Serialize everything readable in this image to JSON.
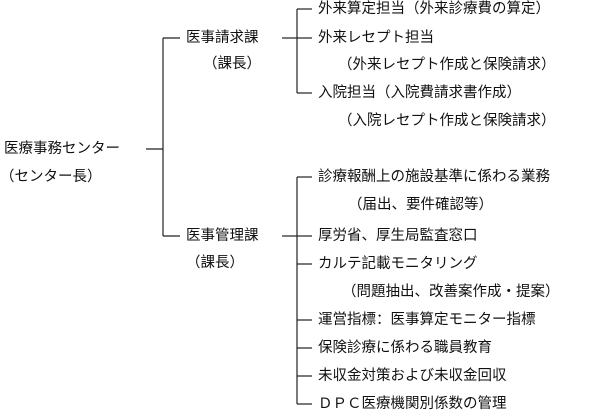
{
  "center": {
    "name": "医療事務センター",
    "head": "（センター長）"
  },
  "divisions": [
    {
      "name": "医事請求課",
      "head": "（課長）",
      "duties": [
        {
          "main": "外来算定担当（外来診療費の算定）"
        },
        {
          "main": "外来レセプト担当",
          "sub": "（外来レセプト作成と保険請求）"
        },
        {
          "main": "入院担当（入院費請求書作成）",
          "sub": "（入院レセプト作成と保険請求）"
        }
      ]
    },
    {
      "name": "医事管理課",
      "head": "（課長）",
      "duties": [
        {
          "main": "診療報酬上の施設基準に係わる業務",
          "sub": "（届出、要件確認等）"
        },
        {
          "main": "厚労省、厚生局監査窓口"
        },
        {
          "main": "カルテ記載モニタリング",
          "sub": "（問題抽出、改善案作成・提案）"
        },
        {
          "main": "運営指標：医事算定モニター指標"
        },
        {
          "main": "保険診療に係わる職員教育"
        },
        {
          "main": "未収金対策および未収金回収"
        },
        {
          "main": "ＤＰＣ医療機関別係数の管理"
        }
      ]
    }
  ]
}
